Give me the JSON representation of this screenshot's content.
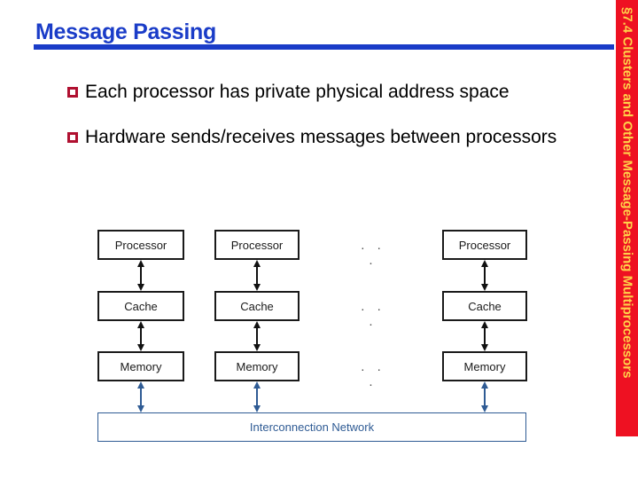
{
  "slide": {
    "title": "Message Passing",
    "bullets": [
      {
        "marker": "hollow-square-bullet",
        "text": "Each processor has private physical address space"
      },
      {
        "marker": "hollow-square-bullet",
        "text": "Hardware sends/receives messages between processors"
      }
    ]
  },
  "diagram": {
    "columns": [
      {
        "processor": "Processor",
        "cache": "Cache",
        "memory": "Memory"
      },
      {
        "processor": "Processor",
        "cache": "Cache",
        "memory": "Memory"
      },
      {
        "processor": "Processor",
        "cache": "Cache",
        "memory": "Memory"
      }
    ],
    "ellipsis": ". . .",
    "network_label": "Interconnection Network"
  },
  "side_banner": {
    "text": "§7.4 Clusters and Other Message-Passing Multiprocessors"
  },
  "colors": {
    "title_blue": "#1a3cc8",
    "bullet_red": "#b01030",
    "banner_red": "#ee1122",
    "banner_text_yellow": "#ffd24a",
    "network_blue": "#2f5b94",
    "box_black": "#1a1a1a"
  }
}
